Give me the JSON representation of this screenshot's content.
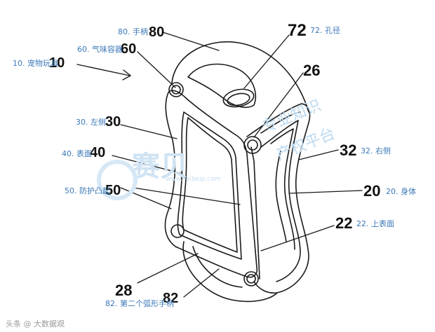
{
  "annotations": {
    "a80": "80. 手柄",
    "a60": "60. 气味容器",
    "a10": "10. 宠物玩具",
    "a72": "72. 孔径",
    "a30": "30. 左侧",
    "a40": "40. 表面",
    "a32": "32. 右侧",
    "a50": "50. 防护凸起",
    "a20": "20. 身体",
    "a22": "22. 上表面",
    "a82": "82. 第二个弧形手柄"
  },
  "refs": {
    "r80": "80",
    "r60": "60",
    "r10": "10",
    "r72": "72",
    "r26": "26",
    "r30": "30",
    "r40": "40",
    "r32": "32",
    "r50": "50",
    "r20": "20",
    "r22": "22",
    "r28": "28",
    "r82": "82"
  },
  "watermark": {
    "brand": "赛贝",
    "slogan1": "专业知识",
    "slogan2": "产权平台",
    "site": "www.saibeip.com"
  },
  "footer": "头条 @ 大数据观"
}
